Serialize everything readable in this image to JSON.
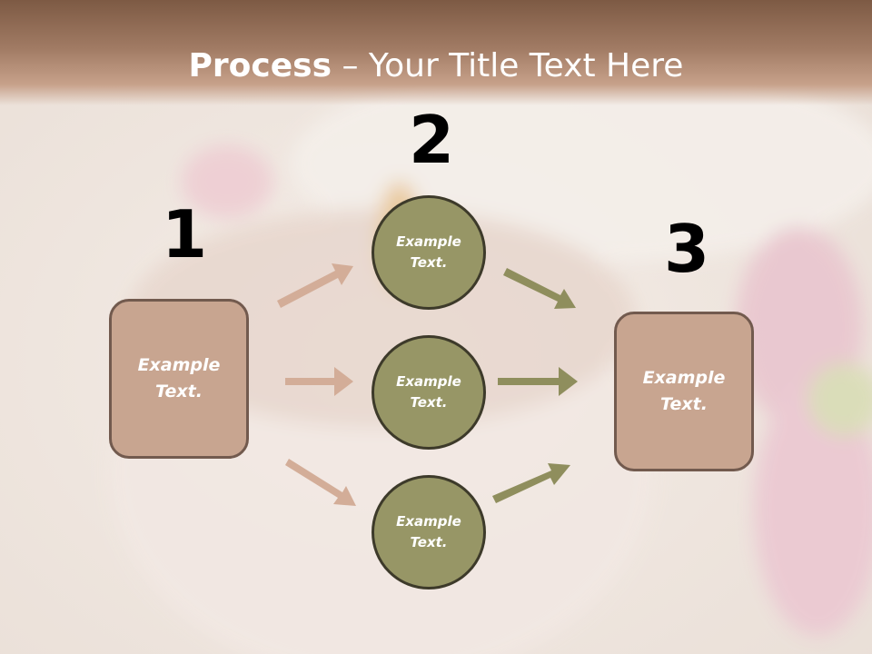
{
  "title": {
    "bold": "Process",
    "rest": " – Your Title Text Here"
  },
  "steps": {
    "one": "1",
    "two": "2",
    "three": "3"
  },
  "left_box": {
    "line1": "Example",
    "line2": "Text."
  },
  "right_box": {
    "line1": "Example",
    "line2": "Text."
  },
  "circles": [
    {
      "line1": "Example",
      "line2": "Text."
    },
    {
      "line1": "Example",
      "line2": "Text."
    },
    {
      "line1": "Example",
      "line2": "Text."
    }
  ],
  "colors": {
    "header": "#7d5a44",
    "box_fill": "#c8a590",
    "box_border": "#725a4e",
    "circle_fill": "#979666",
    "circle_border": "#3d3a2a",
    "left_arrows": "#d3ad98",
    "right_arrows": "#8f8e5d"
  }
}
